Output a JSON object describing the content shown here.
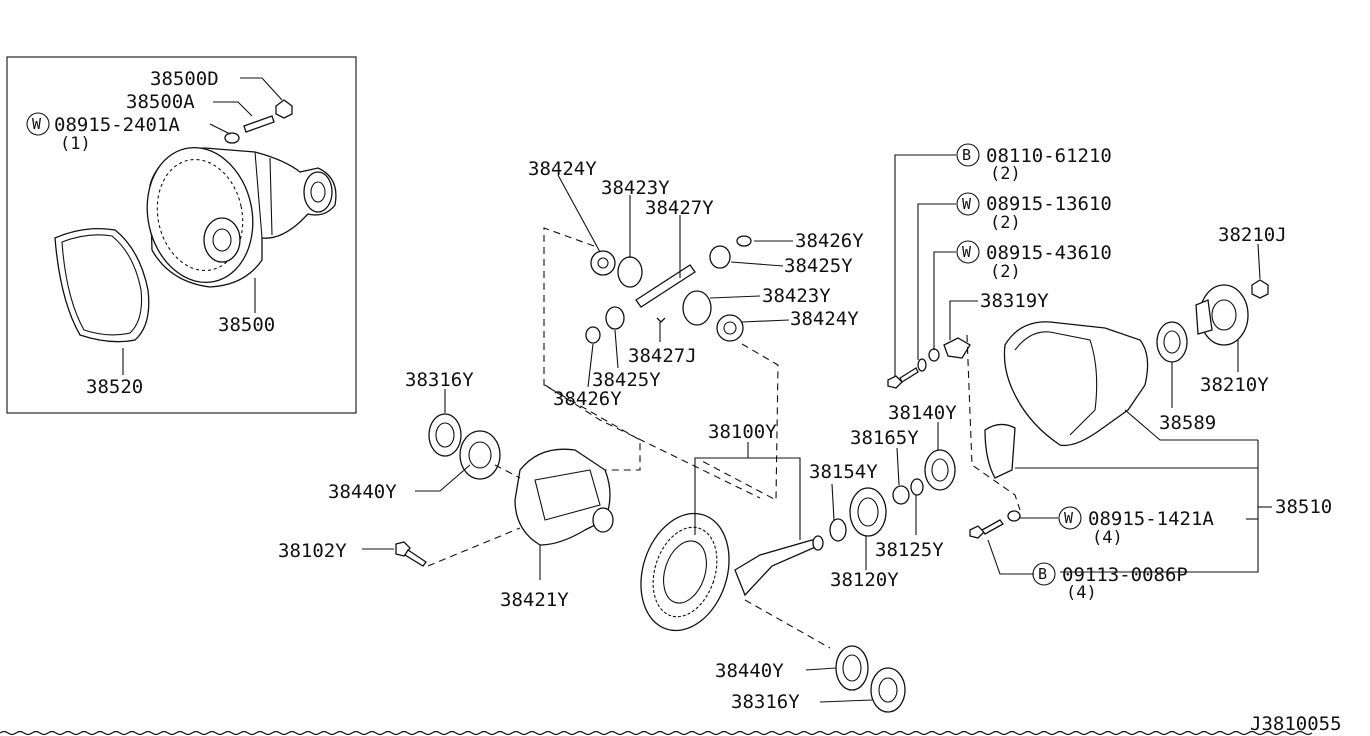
{
  "diagram_code": "J3810055",
  "inset": {
    "labels": {
      "p38500D": "38500D",
      "p38500A": "38500A",
      "washer_prefix": "W",
      "p08915_2401A": "08915-2401A",
      "qty_1": "(1)",
      "p38500": "38500",
      "p38520": "38520"
    }
  },
  "labels": {
    "p38424Y_a": "38424Y",
    "p38423Y_a": "38423Y",
    "p38427Y": "38427Y",
    "p38426Y_a": "38426Y",
    "p38425Y_a": "38425Y",
    "p38423Y_b": "38423Y",
    "p38424Y_b": "38424Y",
    "p38427J": "38427J",
    "p38425Y_b": "38425Y",
    "p38426Y_b": "38426Y",
    "p38316Y_a": "38316Y",
    "p38440Y_a": "38440Y",
    "p38102Y": "38102Y",
    "p38421Y": "38421Y",
    "p38100Y": "38100Y",
    "p38154Y": "38154Y",
    "p38165Y": "38165Y",
    "p38140Y": "38140Y",
    "p38125Y": "38125Y",
    "p38120Y": "38120Y",
    "p38440Y_b": "38440Y",
    "p38316Y_b": "38316Y",
    "bolt_prefix": "B",
    "washer_prefix": "W",
    "p08110_61210": "08110-61210",
    "qty_2a": "(2)",
    "p08915_13610": "08915-13610",
    "qty_2b": "(2)",
    "p08915_43610": "08915-43610",
    "qty_2c": "(2)",
    "p38319Y": "38319Y",
    "p38210J": "38210J",
    "p38210Y": "38210Y",
    "p38589": "38589",
    "p38510": "38510",
    "p08915_1421A": "08915-1421A",
    "qty_4a": "(4)",
    "p09113_0086P": "09113-0086P",
    "qty_4b": "(4)"
  }
}
